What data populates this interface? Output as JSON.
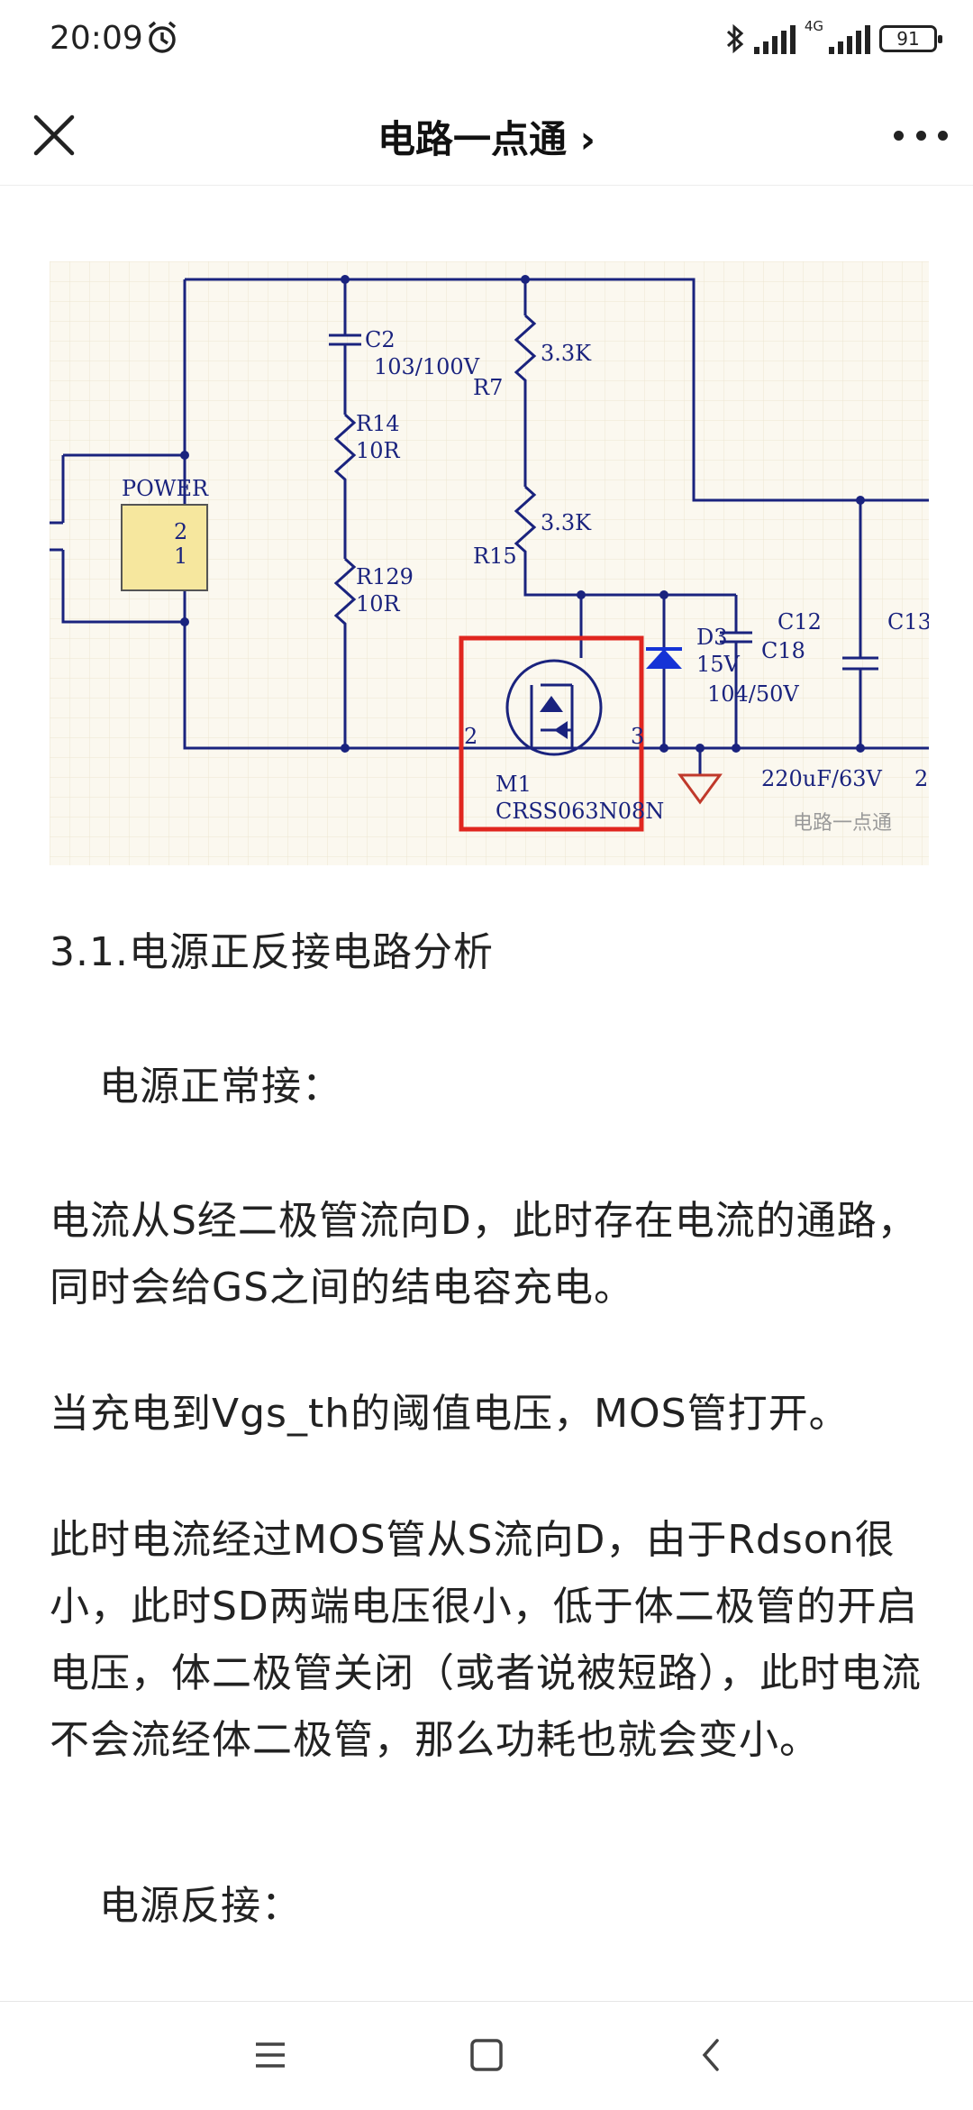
{
  "status_bar": {
    "time": "20:09",
    "network": "4G",
    "battery": "91"
  },
  "header": {
    "title": "电路一点通 ›"
  },
  "schematic": {
    "labels": {
      "power": "POWER",
      "pin2": "2",
      "pin1": "1",
      "c2": "C2",
      "c2_val": "103/100V",
      "r14": "R14",
      "r14_val": "10R",
      "r129": "R129",
      "r129_val": "10R",
      "r7": "R7",
      "r7_val": "3.3K",
      "r15": "R15",
      "r15_val": "3.3K",
      "d3": "D3",
      "d3_val": "15V",
      "c12": "C12",
      "c18": "C18",
      "c18_val": "104/50V",
      "c13": "C13",
      "c13_val": "220uF/63V",
      "m1": "M1",
      "m1_part": "CRSS063N08N",
      "pin_s": "2",
      "pin_d": "3",
      "edge": "2",
      "watermark": "电路一点通"
    },
    "highlight_color": "#e0261f",
    "wire_color": "#1a237e"
  },
  "article": {
    "heading": "3.1.电源正反接电路分析",
    "sub1": "电源正常接：",
    "para1": "电流从S经二极管流向D，此时存在电流的通路，同时会给GS之间的结电容充电。",
    "para2": "当充电到Vgs_th的阈值电压，MOS管打开。",
    "para3": "此时电流经过MOS管从S流向D，由于Rdson很小，此时SD两端电压很小，低于体二极管的开启电压，体二极管关闭（或者说被短路），此时电流不会流经体二极管，那么功耗也就会变小。",
    "sub2": "电源反接："
  },
  "nav": {
    "menu_icon": "menu-icon",
    "home_icon": "square-icon",
    "back_icon": "back-icon"
  }
}
